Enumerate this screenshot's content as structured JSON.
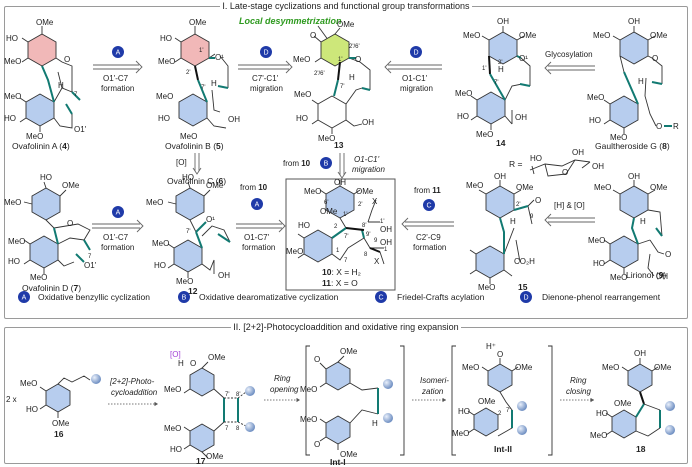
{
  "panel1": {
    "title": "I. Late-stage cyclizations and functional group transformations",
    "annotation_local": "Local desymmetrization",
    "compounds": {
      "ovafolinin_a": {
        "name": "Ovafolinin A (",
        "num": "4",
        "close": ")"
      },
      "ovafolinin_b": {
        "name": "Ovafolinin B (",
        "num": "5",
        "close": ")"
      },
      "ovafolinin_c": {
        "name": "Ovafolinin C (",
        "num": "6",
        "close": ")"
      },
      "ovafolinin_d": {
        "name": "Ovafolinin D (",
        "num": "7",
        "close": ")"
      },
      "c12": {
        "num": "12"
      },
      "c13": {
        "num": "13"
      },
      "c14": {
        "num": "14"
      },
      "c15": {
        "num": "15"
      },
      "gaultheroside": {
        "name": "Gaultheroside G (",
        "num": "8",
        "close": ")"
      },
      "lirionol": {
        "name": "Lirionol (",
        "num": "9",
        "close": ")"
      },
      "boxed": {
        "line1_num": "10",
        "line1_text": ": X = H₂",
        "line2_num": "11",
        "line2_text": ": X = O"
      }
    },
    "arrows": {
      "a_to_b": {
        "badge": "A",
        "line1": "O1'-C7",
        "line2": "formation"
      },
      "b_to_13": {
        "badge": "D",
        "line1": "C7'-C1'",
        "line2": "migration"
      },
      "14_to_13": {
        "badge": "D",
        "line1": "O1-C1'",
        "line2": "migration"
      },
      "gly": {
        "label": "Glycosylation"
      },
      "b_to_c": {
        "label": "[O]"
      },
      "13_to_box": {
        "from": "from ",
        "from_num": "10",
        "badge": "B",
        "line1": "O1-C1'",
        "line2": "migration"
      },
      "d_to_12": {
        "badge": "A",
        "line1": "O1'-C7",
        "line2": "formation"
      },
      "12_to_box": {
        "from": "from ",
        "from_num": "10",
        "badge": "A",
        "line1": "O1-C7'",
        "line2": "formation"
      },
      "15_to_box": {
        "from": "from ",
        "from_num": "11",
        "badge": "C",
        "line1": "C2'-C9",
        "line2": "formation"
      },
      "9_to_15": {
        "label": "[H] & [O]"
      }
    },
    "r_group": {
      "label": "R ="
    },
    "legend": [
      {
        "badge": "A",
        "text": "Oxidative benzyllic cyclization"
      },
      {
        "badge": "B",
        "text": "Oxidative dearomatizative cyclization"
      },
      {
        "badge": "C",
        "text": "Friedel-Crafts acylation"
      },
      {
        "badge": "D",
        "text": "Dienone-phenol rearrangement"
      }
    ]
  },
  "panel2": {
    "title": "II. [2+2]-Photocycloaddition and oxidative ring expansion",
    "reagent_prefix": "2 x",
    "oxidant": "[O]",
    "proton": "H⁺",
    "compounds": {
      "c16": "16",
      "c17": "17",
      "int1": "Int-I",
      "int2": "Int-II",
      "c18": "18"
    },
    "steps": [
      {
        "line1": "[2+2]-Photo-",
        "line2": "cycloaddition"
      },
      {
        "line1": "Ring",
        "line2": "opening"
      },
      {
        "line1": "Isomeri-",
        "line2": "zation"
      },
      {
        "line1": "Ring",
        "line2": "closing"
      }
    ]
  },
  "atoms": {
    "OMe": "OMe",
    "MeO": "MeO",
    "HO": "HO",
    "OH": "OH",
    "O": "O",
    "H": "H",
    "X": "X",
    "R": "R",
    "O1": "O1'",
    "O1u": "O¹",
    "n7": "7",
    "n1p": "1'",
    "n2p": "2'",
    "n7p": "7'",
    "n8p": "8'",
    "n9p": "9'",
    "n6p": "6'",
    "n2": "2",
    "n1": "1",
    "n8": "8",
    "n9": "9",
    "n26": "2'/6'",
    "n62": "2'/6'",
    "CO2H": "CO₂H"
  },
  "colors": {
    "badge": "#1f3aa8",
    "ring_blue": "#b7cdee",
    "ring_pink": "#f1b8b8",
    "ring_green": "#cde77a",
    "key_bond_teal": "#127a72",
    "annotation_green": "#2e9a1f",
    "oxidant_purple": "#a23fd6"
  }
}
